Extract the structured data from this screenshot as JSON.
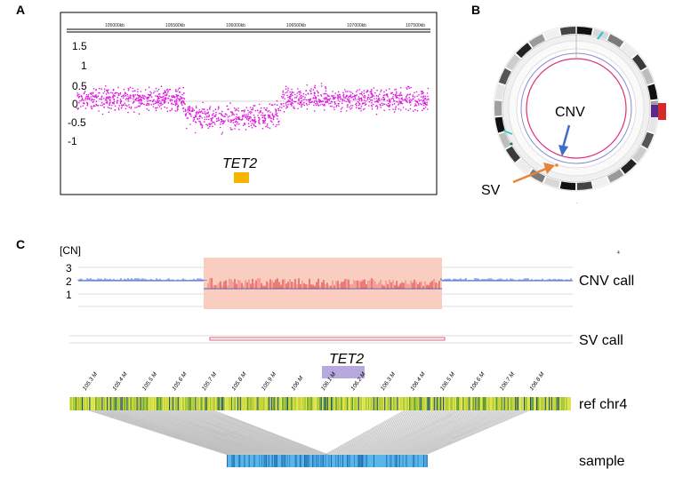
{
  "panels": {
    "a": {
      "letter": "A",
      "top_ticks": [
        "105000kb",
        "105500kb",
        "106000kb",
        "106500kb",
        "107000kb",
        "107500kb"
      ],
      "y_ticks": [
        "1.5",
        "1",
        "0.5",
        "0",
        "-0.5",
        "-1"
      ],
      "gene_label": "TET2",
      "gene_color": "#f7b500",
      "point_color": "#e015e0"
    },
    "b": {
      "letter": "B",
      "cnv_label": "CNV",
      "sv_label": "SV",
      "cnv_color": "#3f6cc8",
      "sv_color": "#e8843a",
      "ring_color": "#e0307a"
    },
    "c": {
      "letter": "C",
      "cn_axis_label": "[CN]",
      "cn_ticks": [
        "3",
        "2",
        "1"
      ],
      "corner_text": "4",
      "cnv_row_label": "CNV call",
      "sv_row_label": "SV call",
      "gene_label": "TET2",
      "gene_color": "#b7a9dc",
      "ref_label": "ref chr4",
      "sample_label": "sample",
      "mb_ticks": [
        "105.3 M",
        "105.4 M",
        "105.5 M",
        "105.6 M",
        "105.7 M",
        "105.8 M",
        "105.9 M",
        "106 M",
        "106.1 M",
        "106.2 M",
        "106.3 M",
        "106.4 M",
        "106.5 M",
        "106.6 M",
        "106.7 M",
        "106.8 M"
      ],
      "highlight_color": "#f8c6b6"
    }
  }
}
